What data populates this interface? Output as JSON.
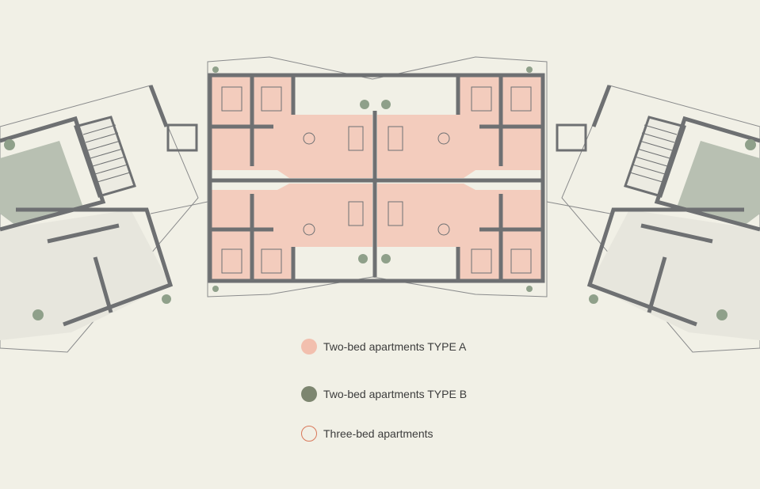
{
  "colors": {
    "background": "#f1f0e6",
    "type_a_fill": "#f3ccbd",
    "type_b_fill": "#b8c0b2",
    "three_bed_fill": "#e7e6dd",
    "wall": "#6e7072",
    "tree": "#8fa08a"
  },
  "legend": [
    {
      "label": "Two-bed apartments TYPE A",
      "swatch_color": "#f2bfae",
      "swatch_style": "filled"
    },
    {
      "label": "Two-bed apartments TYPE B",
      "swatch_color": "#7d8670",
      "swatch_style": "filled"
    },
    {
      "label": "Three-bed apartments",
      "swatch_color": "#d9785a",
      "swatch_style": "outline"
    }
  ]
}
